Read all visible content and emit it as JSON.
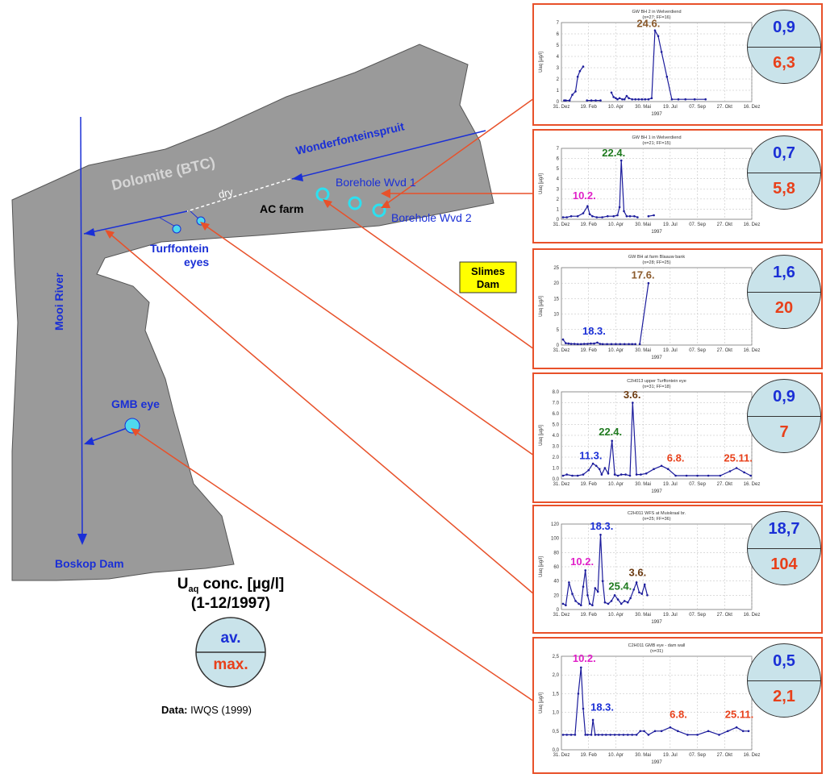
{
  "map": {
    "dolomite_label": "Dolomite (BTC)",
    "stream_label": "Wonderfonteinspruit",
    "dry_label": "dry",
    "river_label": "Mooi River",
    "dam_label": "Boskop Dam",
    "borehole1_label": "Borehole Wvd 1",
    "borehole2_label": "Borehole Wvd 2",
    "acfarm_label": "AC farm",
    "turff_label_1": "Turffontein",
    "turff_label_2": "eyes",
    "gmb_label": "GMB eye",
    "slimes_label_1": "Slimes",
    "slimes_label_2": "Dam"
  },
  "legend": {
    "title_main": "U",
    "title_sub": "aq",
    "title_rest": " conc. [µg/l]",
    "period": "(1-12/1997)",
    "av_label": "av.",
    "max_label": "max.",
    "source_key": "Data:",
    "source_val": " IWQS (1999)"
  },
  "colors": {
    "blue": "#1a2fd6",
    "red": "#e8401a",
    "orange_line": "#e8512a",
    "land": "#9a9a9a",
    "badge": "#c9e3ea",
    "slimes_box": "#ffff00"
  },
  "chart_data": [
    {
      "type": "line",
      "title": "GW BH 2 in Welverdiend",
      "subtitle": "(n=27; FF=16)",
      "xlabel": "1997",
      "ylabel": "Uaq [µg/l]",
      "xtick_labels": [
        "31. Dez",
        "19. Feb",
        "10. Apr",
        "30. Mai",
        "19. Jul",
        "07. Sep",
        "27. Okt",
        "16. Dez"
      ],
      "ylim": [
        0,
        7
      ],
      "yticks": [
        "0",
        "1",
        "2",
        "3",
        "4",
        "5",
        "6",
        "7"
      ],
      "grid": true,
      "segments": [
        [
          [
            5,
            0.1
          ],
          [
            8,
            0.1
          ],
          [
            15,
            0.1
          ],
          [
            20,
            0.6
          ],
          [
            26,
            0.9
          ],
          [
            30,
            2.2
          ],
          [
            34,
            2.7
          ],
          [
            40,
            3.1
          ]
        ],
        [
          [
            47,
            0.1
          ],
          [
            55,
            0.1
          ],
          [
            63,
            0.1
          ],
          [
            72,
            0.1
          ]
        ],
        [
          [
            92,
            0.8
          ],
          [
            96,
            0.4
          ],
          [
            100,
            0.3
          ],
          [
            103,
            0.2
          ],
          [
            107,
            0.3
          ],
          [
            112,
            0.2
          ],
          [
            116,
            0.2
          ],
          [
            120,
            0.5
          ],
          [
            124,
            0.3
          ],
          [
            130,
            0.2
          ],
          [
            136,
            0.2
          ],
          [
            142,
            0.2
          ],
          [
            148,
            0.2
          ],
          [
            154,
            0.2
          ],
          [
            160,
            0.2
          ],
          [
            166,
            0.3
          ],
          [
            172,
            6.3
          ],
          [
            178,
            5.8
          ],
          [
            184,
            4.4
          ],
          [
            194,
            2.2
          ],
          [
            203,
            0.2
          ],
          [
            215,
            0.2
          ],
          [
            228,
            0.2
          ],
          [
            245,
            0.2
          ],
          [
            265,
            0.2
          ]
        ]
      ],
      "annotations": [
        {
          "text": "24.6.",
          "day": 160,
          "y": 6.6,
          "color": "#8b5a2b"
        }
      ],
      "average": "0,9",
      "maximum": "6,3"
    },
    {
      "type": "line",
      "title": "GW BH 1 in Welverdiend",
      "subtitle": "(n=21; FF=15)",
      "xlabel": "1997",
      "ylabel": "Uaq [µg/l]",
      "xtick_labels": [
        "31. Dez",
        "19. Feb",
        "10. Apr",
        "30. Mai",
        "19. Jul",
        "07. Sep",
        "27. Okt",
        "16. Dez"
      ],
      "ylim": [
        0,
        7
      ],
      "yticks": [
        "0",
        "1",
        "2",
        "3",
        "4",
        "5",
        "6",
        "7"
      ],
      "grid": true,
      "segments": [
        [
          [
            3,
            0.2
          ],
          [
            10,
            0.2
          ],
          [
            18,
            0.3
          ],
          [
            30,
            0.3
          ],
          [
            40,
            0.6
          ],
          [
            48,
            1.3
          ],
          [
            52,
            0.5
          ],
          [
            57,
            0.3
          ],
          [
            65,
            0.2
          ],
          [
            75,
            0.2
          ],
          [
            85,
            0.3
          ],
          [
            96,
            0.3
          ],
          [
            103,
            0.4
          ],
          [
            107,
            1.2
          ],
          [
            110,
            5.8
          ],
          [
            115,
            0.8
          ],
          [
            120,
            0.3
          ],
          [
            126,
            0.3
          ],
          [
            134,
            0.3
          ],
          [
            140,
            0.2
          ]
        ],
        [
          [
            160,
            0.3
          ],
          [
            170,
            0.4
          ]
        ]
      ],
      "annotations": [
        {
          "text": "10.2.",
          "day": 42,
          "y": 2.0,
          "color": "#e020c8"
        },
        {
          "text": "22.4.",
          "day": 96,
          "y": 6.2,
          "color": "#1f7a1f"
        }
      ],
      "average": "0,7",
      "maximum": "5,8"
    },
    {
      "type": "line",
      "title": "GW BH at farm Blaauw bank",
      "subtitle": "(n=28; FF=25)",
      "xlabel": "1997",
      "ylabel": "Uaq [µg/l]",
      "xtick_labels": [
        "31. Dez",
        "19. Feb",
        "10. Apr",
        "30. Mai",
        "19. Jul",
        "07. Sep",
        "27. Okt",
        "16. Dez"
      ],
      "ylim": [
        0,
        25
      ],
      "yticks": [
        "0",
        "5",
        "10",
        "15",
        "20",
        "25"
      ],
      "grid": true,
      "segments": [
        [
          [
            3,
            1.8
          ],
          [
            8,
            0.6
          ],
          [
            13,
            0.5
          ],
          [
            18,
            0.4
          ],
          [
            24,
            0.4
          ],
          [
            30,
            0.3
          ],
          [
            36,
            0.3
          ],
          [
            42,
            0.4
          ],
          [
            48,
            0.4
          ],
          [
            54,
            0.5
          ],
          [
            60,
            0.5
          ],
          [
            66,
            0.8
          ],
          [
            71,
            0.4
          ],
          [
            76,
            0.3
          ],
          [
            84,
            0.3
          ],
          [
            92,
            0.3
          ],
          [
            100,
            0.3
          ],
          [
            108,
            0.3
          ],
          [
            116,
            0.3
          ],
          [
            124,
            0.3
          ],
          [
            130,
            0.3
          ],
          [
            136,
            0.3
          ]
        ],
        [
          [
            144,
            0.3
          ],
          [
            160,
            20
          ]
        ]
      ],
      "annotations": [
        {
          "text": "18.3.",
          "day": 60,
          "y": 3.4,
          "color": "#1a2fd6"
        },
        {
          "text": "17.6.",
          "day": 150,
          "y": 21.5,
          "color": "#8b5a2b"
        }
      ],
      "average": "1,6",
      "maximum": "20"
    },
    {
      "type": "line",
      "title": "C2H013 upper Turffontein eye",
      "subtitle": "(n=31; FF=18)",
      "xlabel": "1997",
      "ylabel": "Uaq [µg/l]",
      "xtick_labels": [
        "31. Dez",
        "19. Feb",
        "10. Apr",
        "30. Mai",
        "19. Jul",
        "07. Sep",
        "27. Okt",
        "16. Dez"
      ],
      "ylim": [
        0,
        8
      ],
      "yticks": [
        "0.0",
        "1.0",
        "2.0",
        "3.0",
        "4.0",
        "5.0",
        "6.0",
        "7.0",
        "8.0"
      ],
      "grid": true,
      "segments": [
        [
          [
            3,
            0.3
          ],
          [
            10,
            0.4
          ],
          [
            20,
            0.3
          ],
          [
            30,
            0.3
          ],
          [
            40,
            0.4
          ],
          [
            50,
            0.8
          ],
          [
            58,
            1.4
          ],
          [
            64,
            1.2
          ],
          [
            70,
            0.9
          ],
          [
            74,
            0.4
          ],
          [
            80,
            1.0
          ],
          [
            86,
            0.5
          ],
          [
            93,
            3.5
          ],
          [
            98,
            0.4
          ],
          [
            104,
            0.3
          ],
          [
            110,
            0.4
          ],
          [
            118,
            0.4
          ],
          [
            126,
            0.3
          ],
          [
            131,
            7.0
          ],
          [
            138,
            0.4
          ],
          [
            146,
            0.4
          ],
          [
            156,
            0.5
          ],
          [
            170,
            0.9
          ],
          [
            184,
            1.2
          ],
          [
            196,
            0.9
          ],
          [
            210,
            0.3
          ],
          [
            230,
            0.3
          ],
          [
            250,
            0.3
          ],
          [
            270,
            0.3
          ],
          [
            292,
            0.3
          ],
          [
            310,
            0.7
          ],
          [
            322,
            1.0
          ],
          [
            336,
            0.6
          ],
          [
            348,
            0.3
          ]
        ]
      ],
      "annotations": [
        {
          "text": "11.3.",
          "day": 54,
          "y": 1.8,
          "color": "#1a2fd6"
        },
        {
          "text": "22.4.",
          "day": 90,
          "y": 4.0,
          "color": "#1f7a1f"
        },
        {
          "text": "3.6.",
          "day": 130,
          "y": 7.4,
          "color": "#6b3a10"
        },
        {
          "text": "6.8.",
          "day": 210,
          "y": 1.6,
          "color": "#e8401a"
        },
        {
          "text": "25.11.",
          "day": 325,
          "y": 1.6,
          "color": "#e8401a"
        }
      ],
      "average": "0,9",
      "maximum": "7"
    },
    {
      "type": "line",
      "title": "C2H011 WFS at Muiskraal br.",
      "subtitle": "(n=25; FF=36)",
      "xlabel": "1997",
      "ylabel": "Uaq [µg/l]",
      "xtick_labels": [
        "31. Dez",
        "19. Feb",
        "10. Apr",
        "30. Mai",
        "19. Jul",
        "07. Sep",
        "27. Okt",
        "16. Dez"
      ],
      "ylim": [
        0,
        120
      ],
      "yticks": [
        "0",
        "20",
        "40",
        "60",
        "80",
        "100",
        "120"
      ],
      "grid": true,
      "segments": [
        [
          [
            3,
            8
          ],
          [
            8,
            6
          ],
          [
            14,
            38
          ],
          [
            20,
            22
          ],
          [
            26,
            12
          ],
          [
            32,
            8
          ],
          [
            36,
            6
          ],
          [
            40,
            32
          ],
          [
            44,
            55
          ],
          [
            48,
            20
          ],
          [
            52,
            8
          ],
          [
            57,
            6
          ],
          [
            62,
            30
          ],
          [
            67,
            25
          ],
          [
            72,
            105
          ],
          [
            76,
            40
          ],
          [
            80,
            10
          ],
          [
            86,
            8
          ],
          [
            92,
            12
          ],
          [
            98,
            20
          ],
          [
            104,
            14
          ],
          [
            110,
            8
          ],
          [
            116,
            12
          ],
          [
            122,
            10
          ],
          [
            127,
            16
          ],
          [
            133,
            28
          ],
          [
            138,
            38
          ],
          [
            143,
            24
          ],
          [
            148,
            22
          ],
          [
            153,
            35
          ],
          [
            158,
            20
          ]
        ]
      ],
      "annotations": [
        {
          "text": "10.2.",
          "day": 38,
          "y": 62,
          "color": "#e020c8"
        },
        {
          "text": "18.3.",
          "day": 74,
          "y": 112,
          "color": "#1a2fd6"
        },
        {
          "text": "25.4.",
          "day": 108,
          "y": 28,
          "color": "#1f7a1f"
        },
        {
          "text": "3.6.",
          "day": 140,
          "y": 47,
          "color": "#6b3a10"
        }
      ],
      "average": "18,7",
      "maximum": "104"
    },
    {
      "type": "line",
      "title": "C2H011 GMB eye - dam wall",
      "subtitle": "(n=31)",
      "xlabel": "1997",
      "ylabel": "Uaq [µg/l]",
      "xtick_labels": [
        "31. Dez",
        "19. Feb",
        "10. Apr",
        "30. Mai",
        "19. Jul",
        "07. Sep",
        "27. Okt",
        "16. Dez"
      ],
      "ylim": [
        0,
        2.5
      ],
      "yticks": [
        "0,0",
        "0,5",
        "1,0",
        "1,5",
        "2,0",
        "2,5"
      ],
      "grid": true,
      "segments": [
        [
          [
            3,
            0.4
          ],
          [
            10,
            0.4
          ],
          [
            18,
            0.4
          ],
          [
            25,
            0.4
          ],
          [
            31,
            1.5
          ],
          [
            36,
            2.2
          ],
          [
            40,
            1.1
          ],
          [
            44,
            0.4
          ],
          [
            48,
            0.4
          ],
          [
            55,
            0.4
          ],
          [
            58,
            0.8
          ],
          [
            62,
            0.4
          ],
          [
            68,
            0.4
          ],
          [
            75,
            0.4
          ],
          [
            82,
            0.4
          ],
          [
            90,
            0.4
          ],
          [
            98,
            0.4
          ],
          [
            106,
            0.4
          ],
          [
            114,
            0.4
          ],
          [
            122,
            0.4
          ],
          [
            130,
            0.4
          ],
          [
            138,
            0.4
          ],
          [
            145,
            0.5
          ],
          [
            152,
            0.5
          ],
          [
            160,
            0.4
          ],
          [
            172,
            0.5
          ],
          [
            184,
            0.5
          ],
          [
            200,
            0.6
          ],
          [
            214,
            0.5
          ],
          [
            232,
            0.4
          ],
          [
            250,
            0.4
          ],
          [
            270,
            0.5
          ],
          [
            290,
            0.4
          ],
          [
            306,
            0.5
          ],
          [
            322,
            0.6
          ],
          [
            334,
            0.5
          ],
          [
            344,
            0.5
          ]
        ]
      ],
      "annotations": [
        {
          "text": "10.2.",
          "day": 42,
          "y": 2.35,
          "color": "#e020c8"
        },
        {
          "text": "18.3.",
          "day": 75,
          "y": 1.05,
          "color": "#1a2fd6"
        },
        {
          "text": "6.8.",
          "day": 215,
          "y": 0.85,
          "color": "#e8401a"
        },
        {
          "text": "25.11.",
          "day": 327,
          "y": 0.85,
          "color": "#e8401a"
        }
      ],
      "average": "0,5",
      "maximum": "2,1"
    }
  ]
}
